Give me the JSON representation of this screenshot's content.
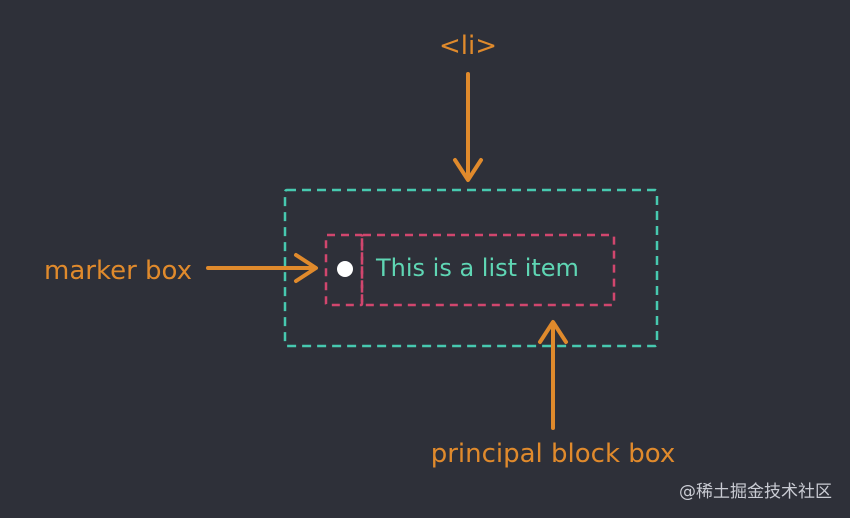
{
  "labels": {
    "li_tag": "<li>",
    "marker_box": "marker box",
    "list_item_text": "This is a list item",
    "principal_block_box": "principal block box"
  },
  "watermark": "@稀土掘金技术社区",
  "colors": {
    "background": "#2e3039",
    "label_orange": "#e08a2c",
    "li_box_teal": "#47c9b0",
    "inner_box_pink": "#d1466e",
    "item_text_teal": "#5fd6b4",
    "marker_dot": "#ffffff"
  }
}
